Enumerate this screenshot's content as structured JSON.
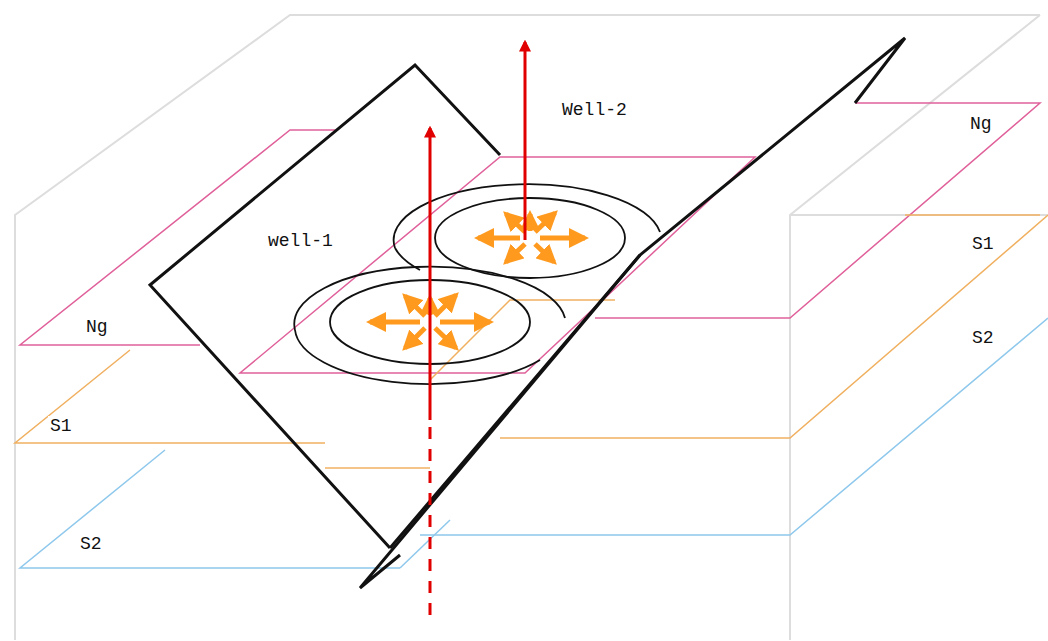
{
  "diagram": {
    "labels": [
      "Well-2",
      "well-1",
      "Ng",
      "S1",
      "S2",
      "Ng",
      "S1",
      "S2"
    ]
  }
}
